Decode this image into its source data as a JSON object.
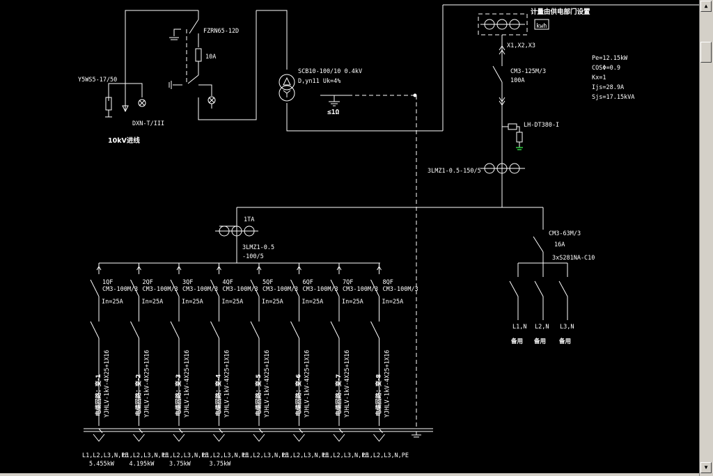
{
  "diagram": {
    "metering_note": "计量由供电部门设置",
    "kwh_meter": "kwh",
    "ct_group_label": "X1,X2,X3",
    "main_breaker": {
      "model": "CM3-125M/3",
      "rating": "100A"
    },
    "load_calc": [
      "Pe=12.15kW",
      "COSΦ=0.9",
      "Kx=1",
      "Ijs=28.9A",
      "Sjs=17.15kVA"
    ],
    "fuse_switch": {
      "model": "FZRN65-12D",
      "fuse": "10A"
    },
    "arrester": "Y5WS5-17/50",
    "indicator": "DXN-T/III",
    "incoming_line": "10kV进线",
    "transformer": {
      "model": "SCB10-100/10 0.4kV",
      "connection": "D,yn11 Uk=4%"
    },
    "grounding_resistance": "≤1Ω",
    "surge_protector": "LH-DT380-I",
    "main_ct": "3LMZ1-0.5-150/5",
    "sub_ct": {
      "name": "1TA",
      "model": "3LMZ1-0.5",
      "ratio": "-100/5"
    },
    "spare_breaker": {
      "model": "CM3-63M/3",
      "rating": "16A",
      "sub": "3xS281NA-C10"
    },
    "spare_circuits": [
      {
        "phase": "L1,N",
        "label": "备用"
      },
      {
        "phase": "L2,N",
        "label": "备用"
      },
      {
        "phase": "L3,N",
        "label": "备用"
      }
    ],
    "feeders": [
      {
        "id": "1QF",
        "breaker": "CM3-100M/3",
        "in": "In=25A",
        "cable": "YJHLV-1kV-4X25+1X16",
        "dest": "电缆回路：变-1",
        "phases": "L1,L2,L3,N,PE",
        "power": "5.455kW"
      },
      {
        "id": "2QF",
        "breaker": "CM3-100M/3",
        "in": "In=25A",
        "cable": "YJHLV-1kV-4X25+1X16",
        "dest": "电缆回路：变-2",
        "phases": "L1,L2,L3,N,PE",
        "power": "4.195kW"
      },
      {
        "id": "3QF",
        "breaker": "CM3-100M/3",
        "in": "In=25A",
        "cable": "YJHLV-1kV-4X25+1X16",
        "dest": "电缆回路：变-3",
        "phases": "L1,L2,L3,N,PE",
        "power": "3.75kW"
      },
      {
        "id": "4QF",
        "breaker": "CM3-100M/3",
        "in": "In=25A",
        "cable": "YJHLV-1kV-4X25+1X16",
        "dest": "电缆回路：变-4",
        "phases": "L1,L2,L3,N,PE",
        "power": "3.75kW"
      },
      {
        "id": "5QF",
        "breaker": "CM3-100M/3",
        "in": "In=25A",
        "cable": "YJHLV-1kV-4X25+1X16",
        "dest": "电缆回路：变-5",
        "phases": "L1,L2,L3,N,PE",
        "power": ""
      },
      {
        "id": "6QF",
        "breaker": "CM3-100M/3",
        "in": "In=25A",
        "cable": "YJHLV-1kV-4X25+1X16",
        "dest": "电缆回路：变-6",
        "phases": "L1,L2,L3,N,PE",
        "power": ""
      },
      {
        "id": "7QF",
        "breaker": "CM3-100M/3",
        "in": "In=25A",
        "cable": "YJHLV-1kV-4X25+1X16",
        "dest": "电缆回路：变-7",
        "phases": "L1,L2,L3,N,PE",
        "power": ""
      },
      {
        "id": "8QF",
        "breaker": "CM3-100M/3",
        "in": "In=25A",
        "cable": "YJHLV-1kV-4X25+1X16",
        "dest": "电缆回路：变-8",
        "phases": "L1,L2,L3,N,PE",
        "power": ""
      }
    ]
  },
  "scrollbar": {
    "up_icon": "up-arrow-icon",
    "down_icon": "down-arrow-icon"
  }
}
